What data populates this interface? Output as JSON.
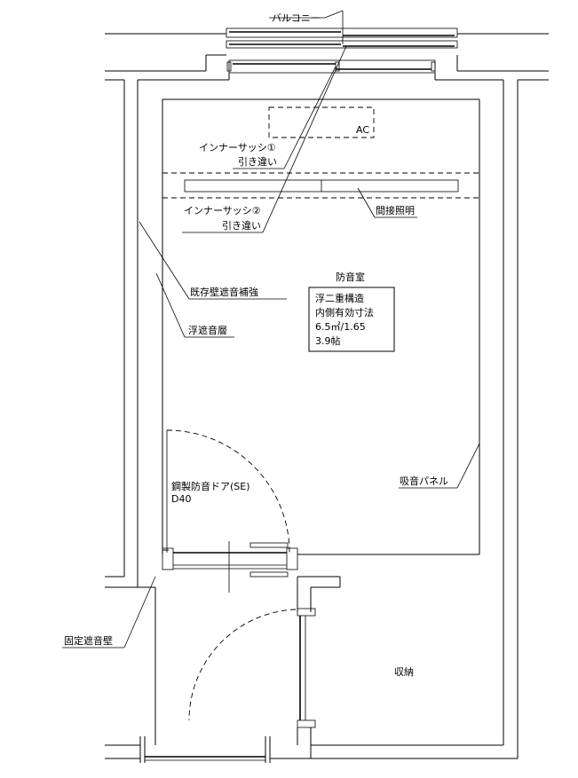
{
  "labels": {
    "balcony": "バルコニー",
    "ac": "AC",
    "inner_sash_1": "インナーサッシ①",
    "inner_sash_1_type": "引き違い",
    "inner_sash_2": "インナーサッシ②",
    "inner_sash_2_type": "引き違い",
    "indirect_lighting": "間接照明",
    "soundproof_room": "防音室",
    "existing_wall": "既存壁遮音補強",
    "floating_layer": "浮遮音層",
    "spec_1": "浮二重構造",
    "spec_2": "内側有効寸法",
    "spec_3": "6.5㎡/1.65",
    "spec_4": "3.9帖",
    "steel_door": "鋼製防音ドア(SE)",
    "door_rating": "D40",
    "absorb_panel": "吸音パネル",
    "fixed_wall": "固定遮音壁",
    "storage": "収納"
  }
}
